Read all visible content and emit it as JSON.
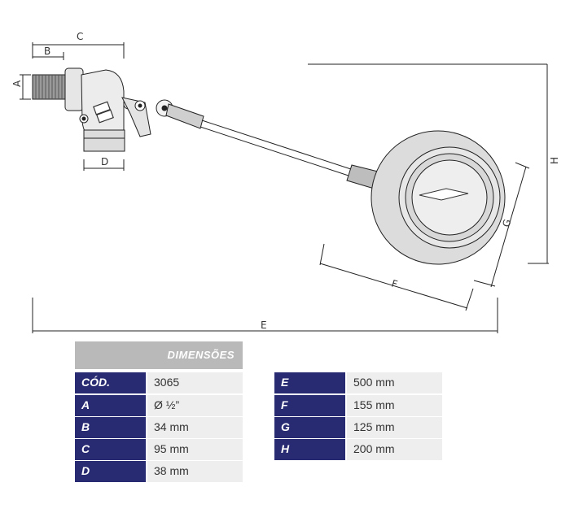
{
  "accent_color": "#282b71",
  "header_color": "#b9b9b9",
  "labels": {
    "A": "A",
    "B": "B",
    "C": "C",
    "D": "D",
    "E": "E",
    "F": "F",
    "G": "G",
    "H": "H"
  },
  "table": {
    "header": "DIMENSÕES",
    "left": [
      {
        "label": "CÓD.",
        "value": "3065"
      },
      {
        "label": "A",
        "value": "Ø ½”"
      },
      {
        "label": "B",
        "value": "34 mm"
      },
      {
        "label": "C",
        "value": "95 mm"
      },
      {
        "label": "D",
        "value": "38 mm"
      }
    ],
    "right": [
      {
        "label": "E",
        "value": "500 mm"
      },
      {
        "label": "F",
        "value": "155 mm"
      },
      {
        "label": "G",
        "value": "125 mm"
      },
      {
        "label": "H",
        "value": "200 mm"
      }
    ]
  }
}
